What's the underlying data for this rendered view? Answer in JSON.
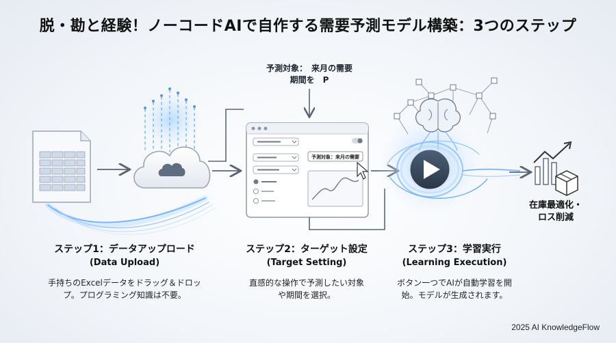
{
  "title": "脱・勘と経験！ノーコードAIで自作する需要予測モデル構築：3つのステップ",
  "annotation": {
    "line1": "予測対象：　来月の需要",
    "line2": "期間を　P"
  },
  "ui_card": {
    "target_label": "予測対象：来月の需要"
  },
  "outcome": {
    "line1": "在庫最適化・",
    "line2": "ロス削減"
  },
  "steps": [
    {
      "title": "ステップ1：データアップロード",
      "subtitle": "(Data Upload)",
      "desc_line1": "手持ちのExcelデータをドラッグ＆ドロッ",
      "desc_line2": "プ。プログラミング知識は不要。"
    },
    {
      "title": "ステップ2：ターゲット設定",
      "subtitle": "(Target Setting)",
      "desc_line1": "直感的な操作で予測したい対象",
      "desc_line2": "や期間を選択。"
    },
    {
      "title": "ステップ3：学習実行",
      "subtitle": "(Learning Execution)",
      "desc_line1": "ボタン一つでAIが自動学習を開",
      "desc_line2": "始。モデルが生成されます。"
    }
  ],
  "footer": "2025 AI KnowledgeFlow",
  "colors": {
    "accent": "#3b7fd6",
    "glow": "#8cc3ff",
    "line": "#5a6472",
    "card": "#ffffff"
  }
}
